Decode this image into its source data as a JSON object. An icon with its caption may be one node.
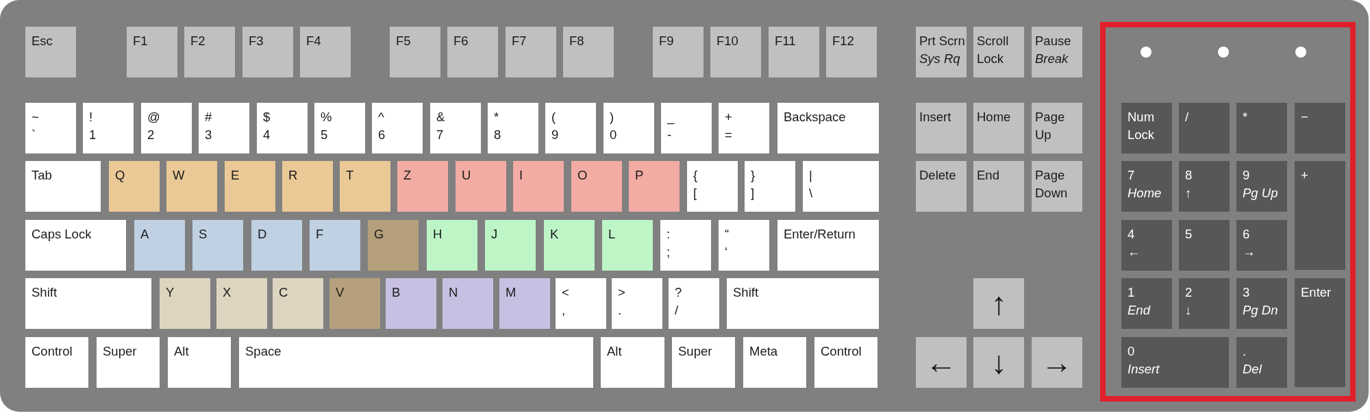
{
  "diagram": {
    "nodes": [
      {
        "text": [],
        "shape": "box"
      },
      {
        "text": [
          "Esc"
        ],
        "in": 0
      },
      {
        "text": [
          "F1"
        ],
        "in": 0
      },
      {
        "text": [
          "F2"
        ],
        "in": 0
      },
      {
        "text": [
          "F3"
        ],
        "in": 0
      },
      {
        "text": [
          "F4"
        ],
        "in": 0
      },
      {
        "text": [
          "F5"
        ],
        "in": 0
      },
      {
        "text": [
          "F6"
        ],
        "in": 0
      },
      {
        "text": [
          "F7"
        ],
        "in": 0
      },
      {
        "text": [
          "F8"
        ],
        "in": 0
      },
      {
        "text": [
          "F9"
        ],
        "in": 0
      },
      {
        "text": [
          "F10"
        ],
        "in": 0
      },
      {
        "text": [
          "F11"
        ],
        "in": 0
      },
      {
        "text": [
          "F12"
        ],
        "in": 0
      },
      {
        "text": [
          "~",
          "`"
        ],
        "in": 0
      },
      {
        "text": [
          "!",
          "1"
        ],
        "in": 0
      },
      {
        "text": [
          "@",
          "2"
        ],
        "in": 0
      },
      {
        "text": [
          "#",
          "3"
        ],
        "in": 0
      },
      {
        "text": [
          "$",
          "4"
        ],
        "in": 0
      },
      {
        "text": [
          "%",
          "5"
        ],
        "in": 0
      },
      {
        "text": [
          "^",
          "6"
        ],
        "in": 0
      },
      {
        "text": [
          "&",
          "7"
        ],
        "in": 0
      },
      {
        "text": [
          "*",
          "8"
        ],
        "in": 0
      },
      {
        "text": [
          "(",
          "9"
        ],
        "in": 0
      },
      {
        "text": [
          ")",
          "0"
        ],
        "in": 0
      },
      {
        "text": [
          "_",
          "-"
        ],
        "in": 0
      },
      {
        "text": [
          "+",
          "="
        ],
        "in": 0
      },
      {
        "text": [
          "Backspace"
        ],
        "in": 0
      },
      {
        "text": [
          "Tab"
        ],
        "in": 0
      },
      {
        "text": [
          "Q"
        ],
        "in": 0
      },
      {
        "text": [
          "W"
        ],
        "in": 0
      },
      {
        "text": [
          "E"
        ],
        "in": 0
      },
      {
        "text": [
          "R"
        ],
        "in": 0
      },
      {
        "text": [
          "T"
        ],
        "in": 0
      },
      {
        "text": [
          "Z"
        ],
        "in": 0
      },
      {
        "text": [
          "U"
        ],
        "in": 0
      },
      {
        "text": [
          "I"
        ],
        "in": 0
      },
      {
        "text": [
          "O"
        ],
        "in": 0
      },
      {
        "text": [
          "P"
        ],
        "in": 0
      },
      {
        "text": [
          "{",
          "["
        ],
        "in": 0
      },
      {
        "text": [
          "}",
          "]"
        ],
        "in": 0
      },
      {
        "text": [
          "|",
          "\\"
        ],
        "in": 0
      },
      {
        "text": [
          "Caps Lock"
        ],
        "in": 0
      },
      {
        "text": [
          "A"
        ],
        "in": 0
      },
      {
        "text": [
          "S"
        ],
        "in": 0
      },
      {
        "text": [
          "D"
        ],
        "in": 0
      },
      {
        "text": [
          "F"
        ],
        "in": 0
      },
      {
        "text": [
          "G"
        ],
        "in": 0
      },
      {
        "text": [
          "H"
        ],
        "in": 0
      },
      {
        "text": [
          "J"
        ],
        "in": 0
      },
      {
        "text": [
          "K"
        ],
        "in": 0
      },
      {
        "text": [
          "L"
        ],
        "in": 0
      },
      {
        "text": [
          ":",
          ";"
        ],
        "in": 0
      },
      {
        "text": [
          "“",
          "‘"
        ],
        "in": 0
      },
      {
        "text": [
          "Enter/Return"
        ],
        "in": 0
      },
      {
        "text": [
          "Shift"
        ],
        "in": 0
      },
      {
        "text": [
          "Y"
        ],
        "in": 0
      },
      {
        "text": [
          "X"
        ],
        "in": 0
      },
      {
        "text": [
          "C"
        ],
        "in": 0
      },
      {
        "text": [
          "V"
        ],
        "in": 0
      },
      {
        "text": [
          "B"
        ],
        "in": 0
      },
      {
        "text": [
          "N"
        ],
        "in": 0
      },
      {
        "text": [
          "M"
        ],
        "in": 0
      },
      {
        "text": [
          "<",
          ","
        ],
        "in": 0
      },
      {
        "text": [
          ">",
          "."
        ],
        "in": 0
      },
      {
        "text": [
          "?",
          "/"
        ],
        "in": 0
      },
      {
        "text": [
          "Shift"
        ],
        "in": 0
      },
      {
        "text": [
          "Control"
        ],
        "in": 0
      },
      {
        "text": [
          "Super"
        ],
        "in": 0
      },
      {
        "text": [
          "Alt"
        ],
        "in": 0
      },
      {
        "text": [
          "Space"
        ],
        "in": 0
      },
      {
        "text": [
          "Alt"
        ],
        "in": 0
      },
      {
        "text": [
          "Super"
        ],
        "in": 0
      },
      {
        "text": [
          "Meta"
        ],
        "in": 0
      },
      {
        "text": [
          "Control"
        ],
        "in": 0
      },
      {
        "text": [
          "Prt Scrn",
          "Sys Rq"
        ],
        "in": 0
      },
      {
        "text": [
          "Scroll Lock"
        ],
        "in": 0
      },
      {
        "text": [
          "Pause",
          "Break"
        ],
        "in": 0
      },
      {
        "text": [
          "Insert"
        ],
        "in": 0
      },
      {
        "text": [
          "Home"
        ],
        "in": 0
      },
      {
        "text": [
          "Page Up"
        ],
        "in": 0
      },
      {
        "text": [
          "Delete"
        ],
        "in": 0
      },
      {
        "text": [
          "End"
        ],
        "in": 0
      },
      {
        "text": [
          "Page Down"
        ],
        "in": 0
      },
      {
        "text": [
          "↑"
        ],
        "in": 0
      },
      {
        "text": [
          "←"
        ],
        "in": 0
      },
      {
        "text": [
          "↓"
        ],
        "in": 0
      },
      {
        "text": [
          "→"
        ],
        "in": 0
      },
      {
        "text": [],
        "shape": "box",
        "in": 0
      },
      {
        "text": [
          "Num Lock"
        ],
        "in": 88
      },
      {
        "text": [
          "/"
        ],
        "in": 88
      },
      {
        "text": [
          "*"
        ],
        "in": 88
      },
      {
        "text": [
          "−"
        ],
        "in": 88
      },
      {
        "text": [
          "7",
          "Home"
        ],
        "in": 88
      },
      {
        "text": [
          "8",
          "↑"
        ],
        "in": 88
      },
      {
        "text": [
          "9",
          "Pg Up"
        ],
        "in": 88
      },
      {
        "text": [
          "+"
        ],
        "in": 88
      },
      {
        "text": [
          "4",
          "←"
        ],
        "in": 88
      },
      {
        "text": [
          "5"
        ],
        "in": 88
      },
      {
        "text": [
          "6",
          "→"
        ],
        "in": 88
      },
      {
        "text": [
          "1",
          "End"
        ],
        "in": 88
      },
      {
        "text": [
          "2",
          "↓"
        ],
        "in": 88
      },
      {
        "text": [
          "3",
          "Pg Dn"
        ],
        "in": 88
      },
      {
        "text": [
          "Enter"
        ],
        "in": 88
      },
      {
        "text": [
          "0",
          "Insert"
        ],
        "in": 88
      },
      {
        "text": [
          ".",
          "Del"
        ],
        "in": 88
      }
    ]
  }
}
